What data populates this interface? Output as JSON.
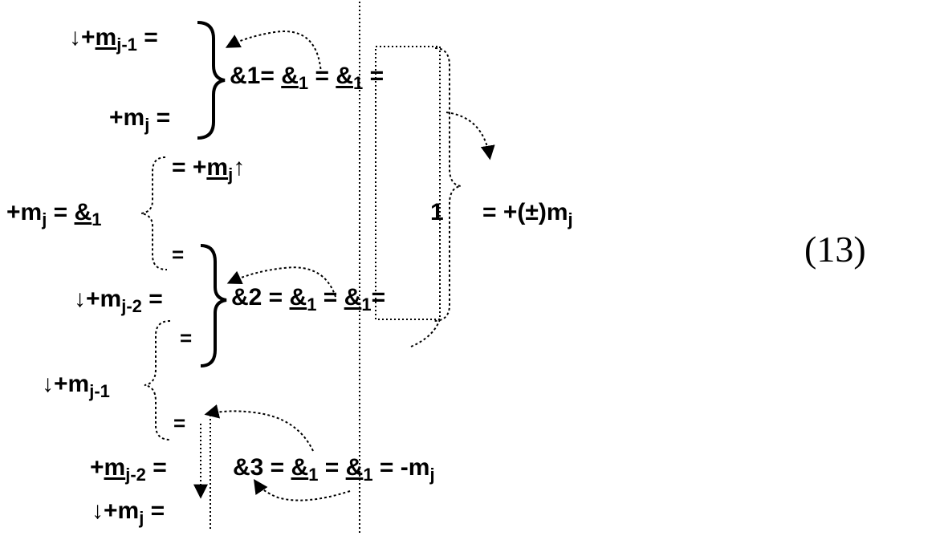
{
  "equation_number": "(13)",
  "colors": {
    "ink": "#000000",
    "background": "#ffffff"
  },
  "group1": {
    "row_top": {
      "prefix": "↓+",
      "symbol": "m",
      "sub": "j-1",
      "suffix": " ="
    },
    "row_bottom": {
      "prefix": "+",
      "symbol": "m",
      "sub": "j",
      "suffix": " ="
    },
    "rhs": {
      "label": "&1= ",
      "term_a": "&",
      "sub_a": "1",
      "eq": " = ",
      "term_b": "&",
      "sub_b": "1",
      "tail": " ="
    }
  },
  "middle": {
    "top": {
      "prefix": "= +",
      "symbol": "m",
      "sub": "j",
      "arrow": "↑"
    },
    "lhs": {
      "prefix": "+",
      "symbol": "m",
      "sub": "j",
      "eq": " = ",
      "term": "&",
      "sub_term": "1"
    },
    "eq_small": "=",
    "result": {
      "one": "1",
      "text": "= +(±)",
      "symbol": "m",
      "sub": "j"
    }
  },
  "group2": {
    "row_top": {
      "prefix": "↓+",
      "symbol": "m",
      "sub": "j-2",
      "suffix": " ="
    },
    "row_bottom": "=",
    "rhs": {
      "label": "&2 = ",
      "term_a": "&",
      "sub_a": "1",
      "eq": " = ",
      "term_b": "&",
      "sub_b": "1",
      "tail": "="
    }
  },
  "group3": {
    "row_a": {
      "prefix": "↓+",
      "symbol": "m",
      "sub": "j-1"
    },
    "eq_small": "=",
    "row_b": {
      "prefix": "+",
      "symbol": "m",
      "sub": "j-2",
      "suffix": " ="
    },
    "row_c": {
      "prefix": "↓+",
      "symbol": "m",
      "sub": "j",
      "suffix": " ="
    },
    "rhs": {
      "label": "&3 = ",
      "term_a": "&",
      "sub_a": "1",
      "eq": " = ",
      "term_b": "&",
      "sub_b": "1",
      "tail": " = -",
      "symbol": "m",
      "sub": "j"
    }
  }
}
